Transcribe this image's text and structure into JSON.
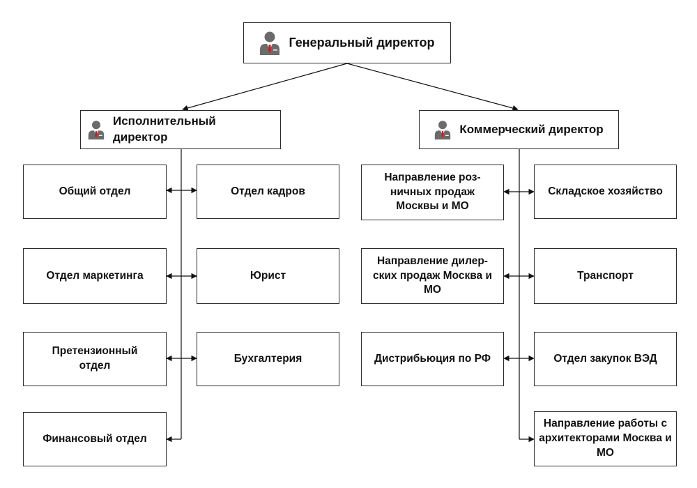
{
  "ceo": {
    "title": "Генеральный директор",
    "icon": "person-icon"
  },
  "executive_director": {
    "title": "Исполнительный директор",
    "icon": "person-icon",
    "departments": [
      "Общий отдел",
      "Отдел кадров",
      "Отдел маркетинга",
      "Юрист",
      "Претензионный отдел",
      "Бухгалтерия",
      "Финансовый отдел"
    ]
  },
  "commercial_director": {
    "title": "Коммерческий директор",
    "icon": "person-icon",
    "departments": [
      "Направление роз-ничных продаж Москвы и МО",
      "Складское хозяйство",
      "Направление дилер-ских продаж Москва и МО",
      "Транспорт",
      "Дистрибьюция по РФ",
      "Отдел закупок ВЭД",
      "Направление работы с архитекторами Москва и МО"
    ]
  },
  "colors": {
    "border": "#2b2b2b",
    "icon_body": "#6b6b6b",
    "tie": "#cc1f1f"
  }
}
